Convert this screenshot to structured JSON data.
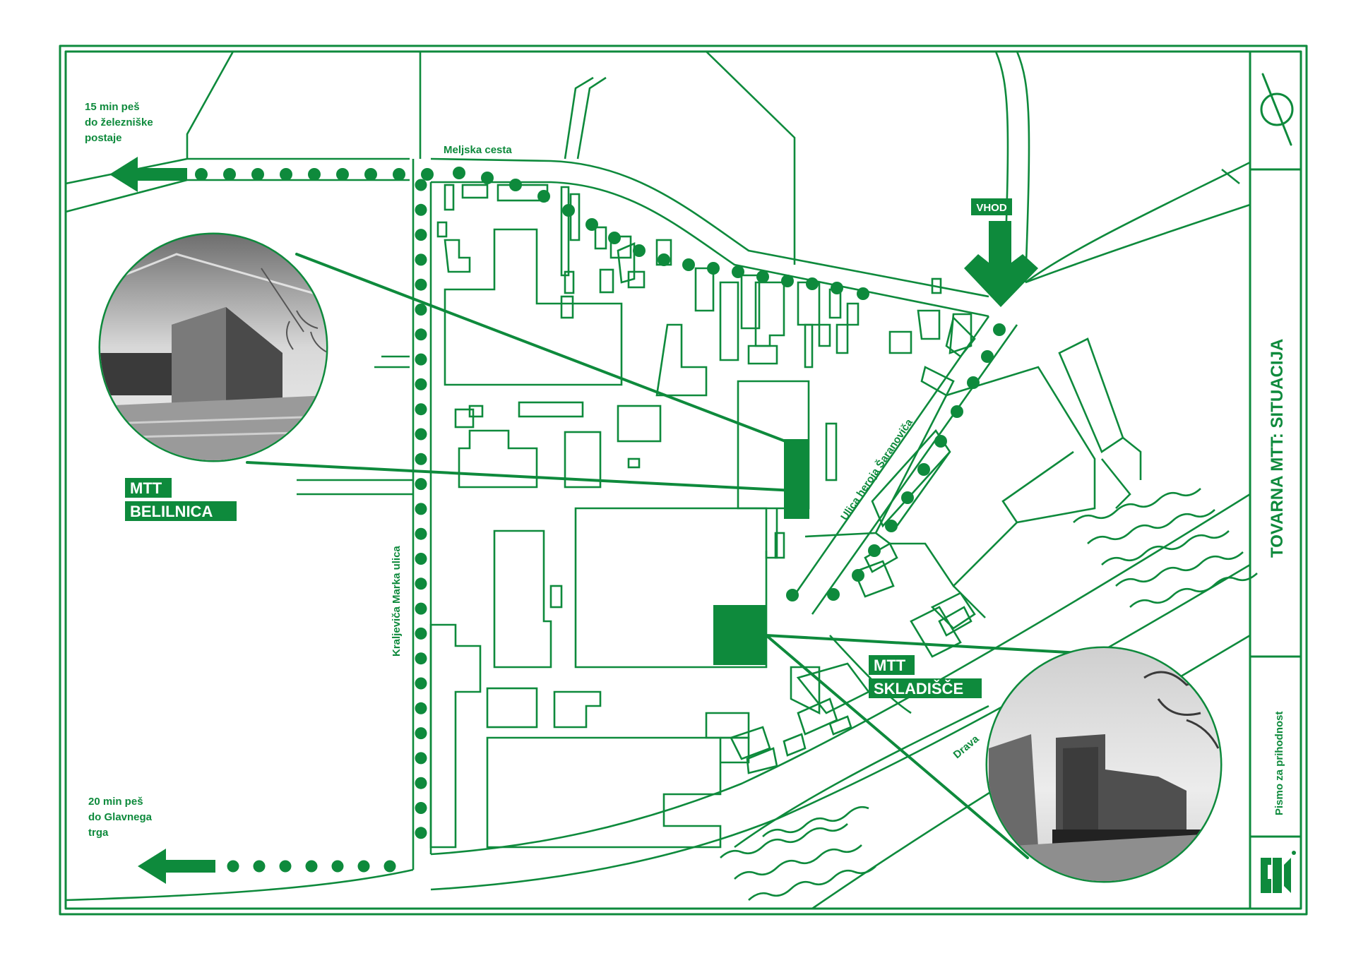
{
  "colors": {
    "green": "#0e8a3c",
    "paper": "#ffffff",
    "photo_dark": "#2b2b2b",
    "photo_light": "#bdbdbd"
  },
  "title": "TOVARNA MTT: SITUACIJA",
  "subtitle": "Pismo za prihodnost",
  "logo_text": "EPK",
  "streets": {
    "meljska": "Meljska cesta",
    "kraljevica": "Kraljeviča Marka ulica",
    "saranovica": "Ulica heroja Šaranoviča",
    "drava": "Drava"
  },
  "entrance_label": "VHOD",
  "directions": {
    "top": {
      "line1": "15 min peš",
      "line2": "do železniške",
      "line3": "postaje"
    },
    "bottom": {
      "line1": "20 min peš",
      "line2": "do Glavnega",
      "line3": "trga"
    }
  },
  "buildings": {
    "belilnica": {
      "line1": "MTT",
      "line2": "BELILNICA"
    },
    "skladisce": {
      "line1": "MTT",
      "line2": "SKLADIŠČE"
    }
  },
  "icons": {
    "north": "north-arrow-icon",
    "west_arrow": "arrow-left-icon",
    "entrance": "arrow-down-icon",
    "logo": "epk-logo-icon",
    "photo1": "building-photo-icon",
    "photo2": "building-photo-icon"
  }
}
